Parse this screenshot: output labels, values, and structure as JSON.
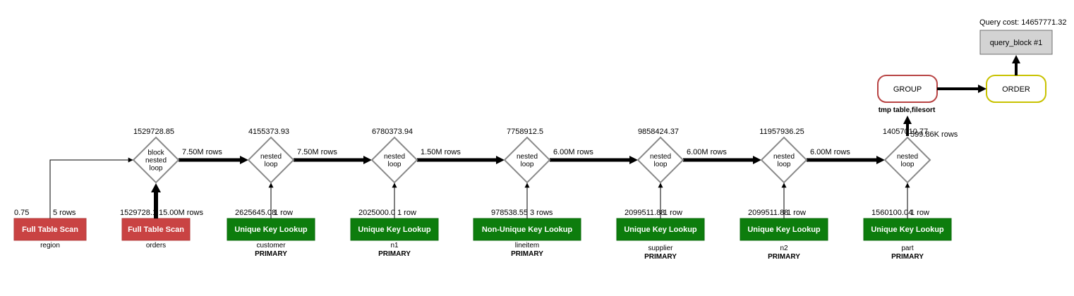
{
  "query_cost": "Query cost: 14657771.32",
  "query_block": "query_block #1",
  "order_label": "ORDER",
  "group_label": "GROUP",
  "group_note": "tmp table,filesort",
  "group_rows": "599.86K rows",
  "tables": [
    {
      "name": "region",
      "label": "Full Table Scan",
      "type": "full",
      "cost": "0.75",
      "rows": "5 rows",
      "key": ""
    },
    {
      "name": "orders",
      "label": "Full Table Scan",
      "type": "full",
      "cost": "1529728.1",
      "rows": "15.00M rows",
      "key": ""
    },
    {
      "name": "customer",
      "label": "Unique Key Lookup",
      "type": "unique",
      "cost": "2625645.08",
      "rows": "1 row",
      "key": "PRIMARY"
    },
    {
      "name": "n1",
      "label": "Unique Key Lookup",
      "type": "unique",
      "cost": "2025000.0",
      "rows": "1 row",
      "key": "PRIMARY"
    },
    {
      "name": "lineitem",
      "label": "Non-Unique Key Lookup",
      "type": "nonunique",
      "cost": "978538.55",
      "rows": "3 rows",
      "key": "PRIMARY"
    },
    {
      "name": "supplier",
      "label": "Unique Key Lookup",
      "type": "unique",
      "cost": "2099511.88",
      "rows": "1 row",
      "key": "PRIMARY"
    },
    {
      "name": "n2",
      "label": "Unique Key Lookup",
      "type": "unique",
      "cost": "2099511.88",
      "rows": "1 row",
      "key": "PRIMARY"
    },
    {
      "name": "part",
      "label": "Unique Key Lookup",
      "type": "unique",
      "cost": "1560100.04",
      "rows": "1 row",
      "key": "PRIMARY"
    }
  ],
  "joins": [
    {
      "label": [
        "block",
        "nested",
        "loop"
      ],
      "cost": "1529728.85",
      "rows_out": "7.50M rows"
    },
    {
      "label": [
        "nested",
        "loop"
      ],
      "cost": "4155373.93",
      "rows_out": "7.50M rows"
    },
    {
      "label": [
        "nested",
        "loop"
      ],
      "cost": "6780373.94",
      "rows_out": "1.50M rows"
    },
    {
      "label": [
        "nested",
        "loop"
      ],
      "cost": "7758912.5",
      "rows_out": "6.00M rows"
    },
    {
      "label": [
        "nested",
        "loop"
      ],
      "cost": "9858424.37",
      "rows_out": "6.00M rows"
    },
    {
      "label": [
        "nested",
        "loop"
      ],
      "cost": "11957936.25",
      "rows_out": "6.00M rows"
    },
    {
      "label": [
        "nested",
        "loop"
      ],
      "cost": "14057010.77",
      "rows_out": ""
    }
  ],
  "colors": {
    "full_scan": "#c94343",
    "key_lookup": "#0d7d0d",
    "diamond_stroke": "#8a8a8a",
    "group_stroke": "#b84444",
    "order_stroke": "#c8c200",
    "query_block_fill": "#d3d3d3"
  }
}
